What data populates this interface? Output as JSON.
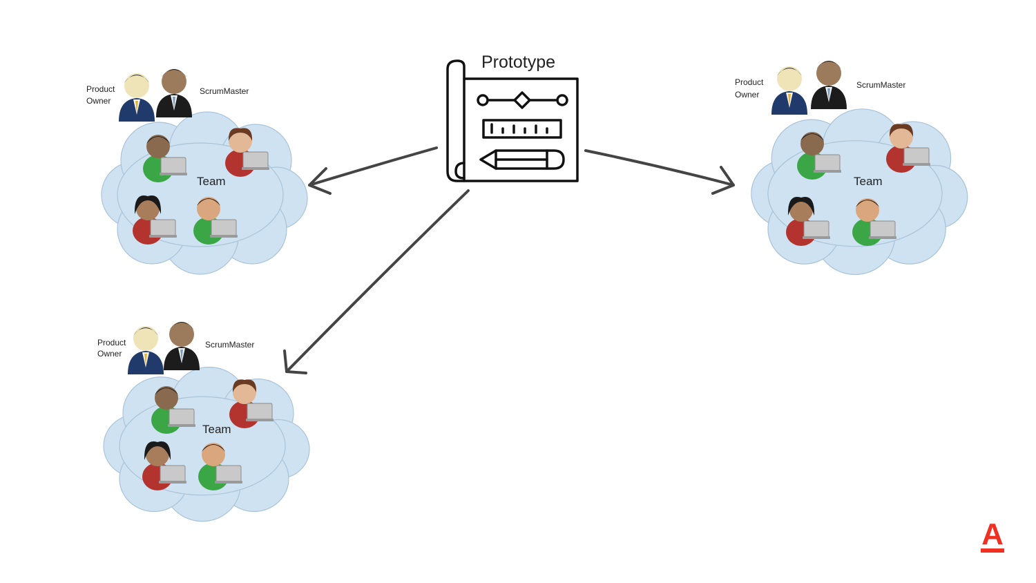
{
  "prototype": {
    "title": "Prototype"
  },
  "teams": [
    {
      "product_owner_line1": "Product",
      "product_owner_line2": "Owner",
      "scrum_master": "ScrumMaster",
      "team": "Team"
    },
    {
      "product_owner_line1": "Product",
      "product_owner_line2": "Owner",
      "scrum_master": "ScrumMaster",
      "team": "Team"
    },
    {
      "product_owner_line1": "Product",
      "product_owner_line2": "Owner",
      "scrum_master": "ScrumMaster",
      "team": "Team"
    }
  ],
  "colors": {
    "cloud": "#cfe2f1",
    "arrow": "#444444",
    "shirt_green": "#3aa645",
    "shirt_red": "#b3332e",
    "suit_blue": "#1f3a6b",
    "suit_black": "#1c1c1c",
    "logo_red": "#ef3124"
  },
  "logo": {
    "mark": "A"
  }
}
